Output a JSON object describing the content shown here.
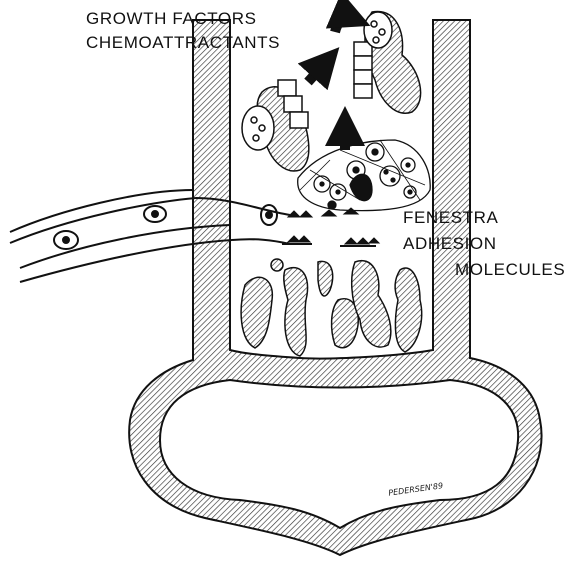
{
  "labels": {
    "growth_factors": "GROWTH FACTORS",
    "chemoattractants": "CHEMOATTRACTANTS",
    "fenestra": "FENESTRA",
    "adhesion": "ADHESION",
    "molecules": "MOLECULES"
  },
  "signature": "PEDERSEN'89",
  "colors": {
    "ink": "#111111",
    "paper": "#ffffff",
    "hatch": "#555555"
  }
}
